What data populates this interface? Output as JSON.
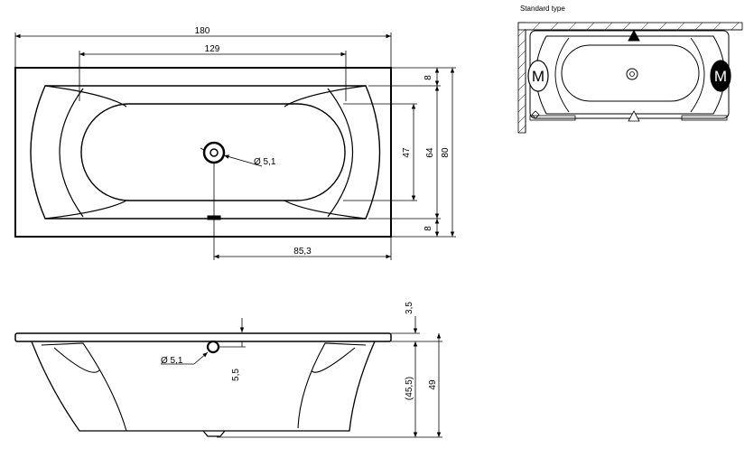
{
  "top_view": {
    "length": "180",
    "inner_length": "129",
    "drain_diameter": "Ø 5,1",
    "drain_offset": "85,3",
    "rim_top": "8",
    "rim_bottom": "8",
    "inner_width": "47",
    "basin_width": "64",
    "width": "80"
  },
  "side_view": {
    "rim_thickness": "3,5",
    "overflow_diameter": "Ø 5,1",
    "overflow_offset": "5,5",
    "inner_depth": "(45,5)",
    "total_height": "49"
  },
  "standard_type": {
    "title": "Standard type",
    "motor_left": "M",
    "motor_right": "M"
  }
}
